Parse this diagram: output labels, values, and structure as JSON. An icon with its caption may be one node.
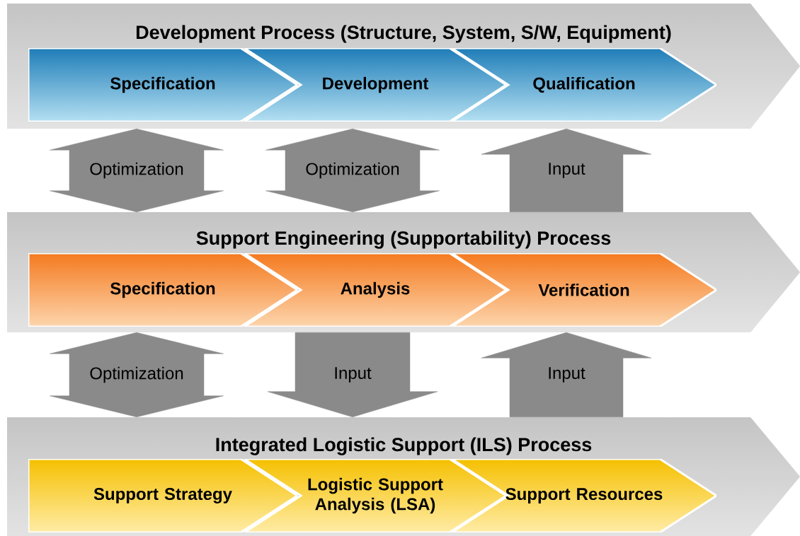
{
  "diagram": {
    "nodes": [
      {
        "text": [
          "Development Process (Structure, System, S/W, Equipment)"
        ]
      },
      {
        "text": [
          "Specification"
        ],
        "in": 0
      },
      {
        "text": [
          "Development"
        ],
        "in": 0
      },
      {
        "text": [
          "Qualification"
        ],
        "in": 0
      },
      {
        "text": [
          "Support Engineering (Supportability) Process"
        ]
      },
      {
        "text": [
          "Specification"
        ],
        "in": 4
      },
      {
        "text": [
          "Analysis"
        ],
        "in": 4
      },
      {
        "text": [
          "Verification"
        ],
        "in": 4
      },
      {
        "text": [
          "Integrated Logistic Support (ILS) Process"
        ]
      },
      {
        "text": [
          "Support Strategy"
        ],
        "in": 8
      },
      {
        "text": [
          "Logistic Support Analysis (LSA)"
        ],
        "in": 8
      },
      {
        "text": [
          "Support Resources"
        ],
        "in": 8
      }
    ],
    "edges": [
      {
        "from": 0,
        "to": 4,
        "arrow": "both",
        "label": "Optimization"
      },
      {
        "from": 0,
        "to": 4,
        "arrow": "both",
        "label": "Optimization"
      },
      {
        "from": 4,
        "to": 0,
        "arrow": "to",
        "label": "Input"
      },
      {
        "from": 4,
        "to": 8,
        "arrow": "both",
        "label": "Optimization"
      },
      {
        "from": 4,
        "to": 8,
        "arrow": "to",
        "label": "Input"
      },
      {
        "from": 8,
        "to": 4,
        "arrow": "to",
        "label": "Input"
      }
    ]
  }
}
